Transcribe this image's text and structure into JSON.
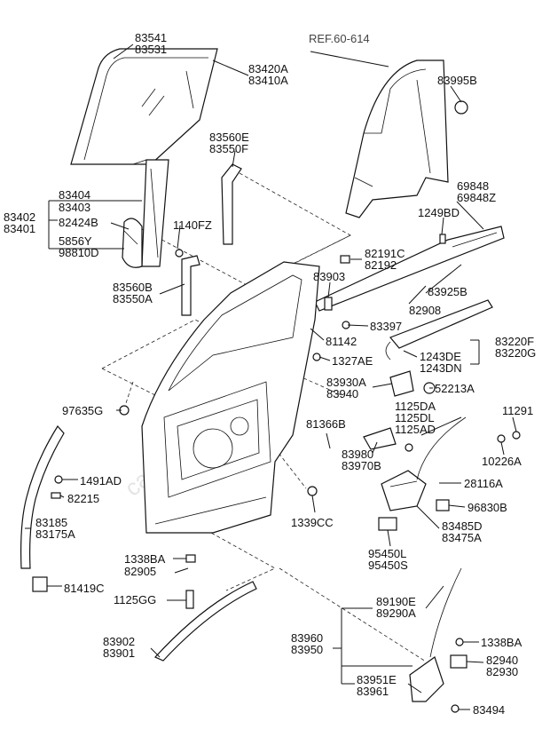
{
  "ref_label": "REF.60-614",
  "watermark": "carparts.com",
  "labels": [
    {
      "id": "l01",
      "lines": [
        "83541",
        "83531"
      ]
    },
    {
      "id": "l02",
      "lines": [
        "83420A",
        "83410A"
      ]
    },
    {
      "id": "l03",
      "lines": [
        "83995B"
      ]
    },
    {
      "id": "l04",
      "lines": [
        "83560E",
        "83550F"
      ]
    },
    {
      "id": "l05",
      "lines": [
        "69848",
        "69848Z"
      ]
    },
    {
      "id": "l06",
      "lines": [
        "83404",
        "83403"
      ]
    },
    {
      "id": "l07",
      "lines": [
        "83402",
        "83401"
      ]
    },
    {
      "id": "l08",
      "lines": [
        "82424B"
      ]
    },
    {
      "id": "l09",
      "lines": [
        "1140FZ"
      ]
    },
    {
      "id": "l10",
      "lines": [
        "1249BD"
      ]
    },
    {
      "id": "l11",
      "lines": [
        "5856Y",
        "98810D"
      ]
    },
    {
      "id": "l12",
      "lines": [
        "82191C",
        "82192"
      ]
    },
    {
      "id": "l13",
      "lines": [
        "83903"
      ]
    },
    {
      "id": "l14",
      "lines": [
        "83925B"
      ]
    },
    {
      "id": "l15",
      "lines": [
        "83560B",
        "83550A"
      ]
    },
    {
      "id": "l16",
      "lines": [
        "82908"
      ]
    },
    {
      "id": "l17",
      "lines": [
        "83397"
      ]
    },
    {
      "id": "l18",
      "lines": [
        "81142"
      ]
    },
    {
      "id": "l19",
      "lines": [
        "83220F",
        "83220G"
      ]
    },
    {
      "id": "l20",
      "lines": [
        "1243DE",
        "1243DN"
      ]
    },
    {
      "id": "l21",
      "lines": [
        "1327AE"
      ]
    },
    {
      "id": "l22",
      "lines": [
        "83930A",
        "83940"
      ]
    },
    {
      "id": "l23",
      "lines": [
        "52213A"
      ]
    },
    {
      "id": "l24",
      "lines": [
        "97635G"
      ]
    },
    {
      "id": "l25",
      "lines": [
        "1125DA",
        "1125DL",
        "1125AD"
      ]
    },
    {
      "id": "l26",
      "lines": [
        "11291"
      ]
    },
    {
      "id": "l27",
      "lines": [
        "81366B"
      ]
    },
    {
      "id": "l28",
      "lines": [
        "83980",
        "83970B"
      ]
    },
    {
      "id": "l29",
      "lines": [
        "10226A"
      ]
    },
    {
      "id": "l30",
      "lines": [
        "1491AD"
      ]
    },
    {
      "id": "l31",
      "lines": [
        "28116A"
      ]
    },
    {
      "id": "l32",
      "lines": [
        "82215"
      ]
    },
    {
      "id": "l33",
      "lines": [
        "96830B"
      ]
    },
    {
      "id": "l34",
      "lines": [
        "1339CC"
      ]
    },
    {
      "id": "l35",
      "lines": [
        "83185",
        "83175A"
      ]
    },
    {
      "id": "l36",
      "lines": [
        "83485D",
        "83475A"
      ]
    },
    {
      "id": "l37",
      "lines": [
        "95450L",
        "95450S"
      ]
    },
    {
      "id": "l38",
      "lines": [
        "1338BA",
        "82905"
      ]
    },
    {
      "id": "l39",
      "lines": [
        "81419C"
      ]
    },
    {
      "id": "l40",
      "lines": [
        "1125GG"
      ]
    },
    {
      "id": "l41",
      "lines": [
        "89190E",
        "89290A"
      ]
    },
    {
      "id": "l42",
      "lines": [
        "83960",
        "83950"
      ]
    },
    {
      "id": "l43",
      "lines": [
        "1338BA"
      ]
    },
    {
      "id": "l44",
      "lines": [
        "83902",
        "83901"
      ]
    },
    {
      "id": "l45",
      "lines": [
        "82940",
        "82930"
      ]
    },
    {
      "id": "l46",
      "lines": [
        "83951E",
        "83961"
      ]
    },
    {
      "id": "l47",
      "lines": [
        "83494"
      ]
    }
  ]
}
